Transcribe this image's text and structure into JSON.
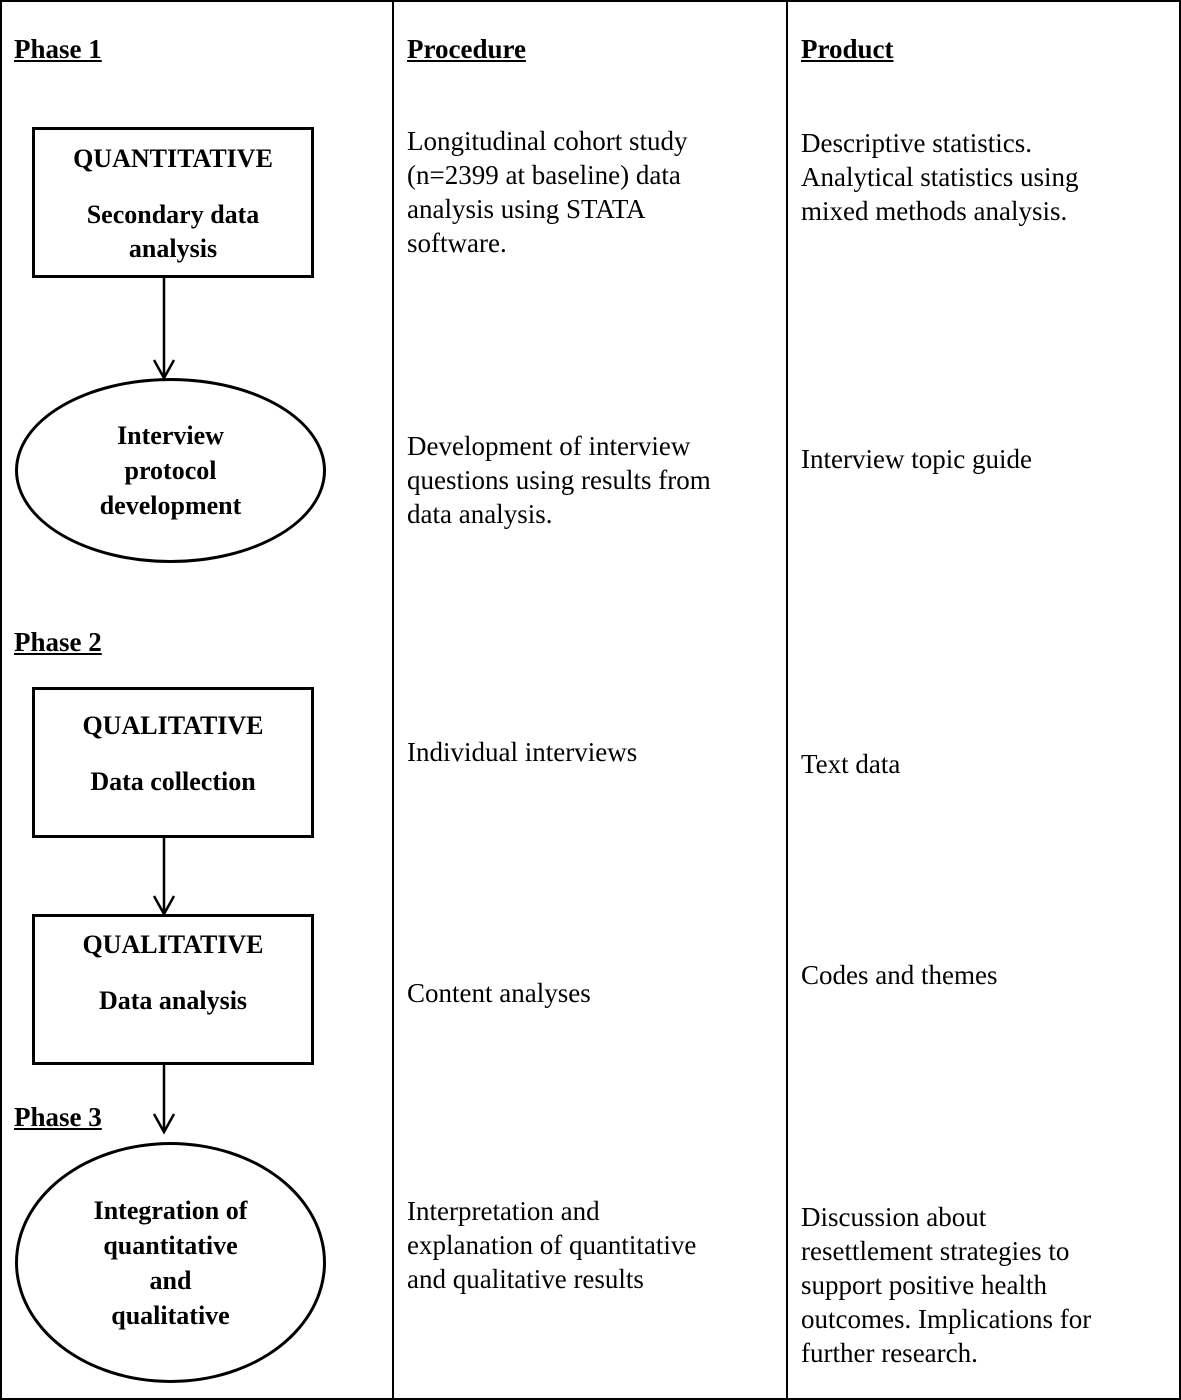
{
  "headers": {
    "phase_1": "Phase 1",
    "phase_2": "Phase 2",
    "phase_3": "Phase 3",
    "procedure": "Procedure",
    "product": "Product"
  },
  "nodes": {
    "quant_box": {
      "title": "QUANTITATIVE",
      "subtitle": "Secondary data\nanalysis"
    },
    "interview_protocol": {
      "label": "Interview\nprotocol\ndevelopment"
    },
    "qual_collection": {
      "title": "QUALITATIVE",
      "subtitle": "Data collection"
    },
    "qual_analysis": {
      "title": "QUALITATIVE",
      "subtitle": "Data analysis"
    },
    "integration": {
      "label": "Integration of\nquantitative\nand\nqualitative"
    }
  },
  "procedure": {
    "row1": "Longitudinal cohort study\n(n=2399 at baseline) data\nanalysis using  STATA\nsoftware.",
    "row2": "Development of interview\nquestions using results from\ndata analysis.",
    "row3": "Individual interviews",
    "row4": "Content analyses",
    "row5": "Interpretation and\nexplanation of quantitative\nand qualitative results"
  },
  "product": {
    "row1": "Descriptive statistics.\nAnalytical statistics using\nmixed methods analysis.",
    "row2": "Interview topic guide",
    "row3": "Text data",
    "row4": "Codes and themes",
    "row5": "Discussion about\nresettlement strategies to\nsupport positive health\noutcomes.  Implications for\nfurther research."
  }
}
